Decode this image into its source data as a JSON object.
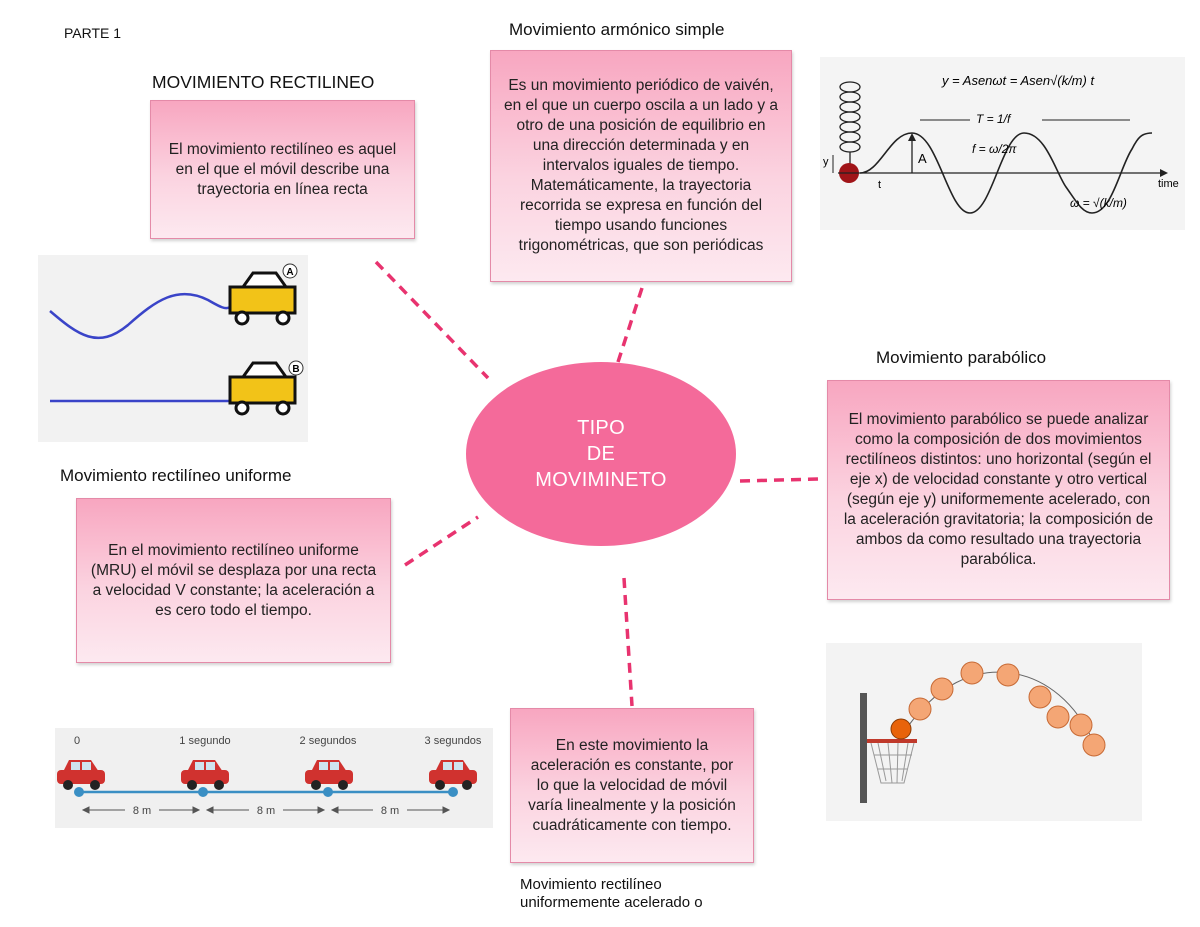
{
  "page": {
    "label": "PARTE 1"
  },
  "center": {
    "lines": [
      "TIPO",
      "DE",
      "MOVIMINETO"
    ]
  },
  "rectilineo": {
    "title": "MOVIMIENTO RECTILINEO",
    "text": "El movimiento rectilíneo es aquel en el que el móvil describe una trayectoria en línea recta",
    "figure": {
      "label_a": "A",
      "label_b": "B"
    }
  },
  "armonico": {
    "title": "Movimiento armónico simple",
    "text": "Es un movimiento periódico de vaivén, en el que un cuerpo oscila a un lado y a otro de una posición de equilibrio en una dirección determinada y en intervalos iguales de tiempo. Matemáticamente, la trayectoria recorrida se expresa en función del tiempo usando funciones trigonométricas, que son periódicas",
    "figure": {
      "equation": "y = Asenωt = Asen√(k/m) t",
      "period": "T = 1/f",
      "frequency": "f = ω/2π",
      "omega": "ω = √(k/m)",
      "amplitude_label": "A",
      "y_label": "y",
      "t_label": "t",
      "time_label": "time"
    }
  },
  "mru": {
    "title": "Movimiento rectilíneo uniforme",
    "text": "En el movimiento rectilíneo uniforme (MRU) el móvil se desplaza por una recta a velocidad V constante; la aceleración a es cero todo el tiempo.",
    "figure": {
      "marks": [
        "0",
        "1 segundo",
        "2 segundos",
        "3 segundos"
      ],
      "distances": [
        "8 m",
        "8 m",
        "8 m"
      ]
    }
  },
  "parabolico": {
    "title": "Movimiento parabólico",
    "text": "El movimiento parabólico se puede analizar como la composición de dos movimientos rectilíneos distintos: uno horizontal (según el eje x) de velocidad constante y otro vertical (según eje y) uniformemente acelerado, con la aceleración gravitatoria; la composición de ambos da como resultado una trayectoria parabólica."
  },
  "mrua": {
    "text": "En este movimiento la aceleración es constante, por lo que la velocidad de móvil varía linealmente y la posición cuadráticamente con tiempo.",
    "caption": "Movimiento rectilíneo uniformemente acelerado o"
  },
  "colors": {
    "box": "#f8a6c0",
    "center": "#f46a9a",
    "connector": "#e8336f"
  }
}
